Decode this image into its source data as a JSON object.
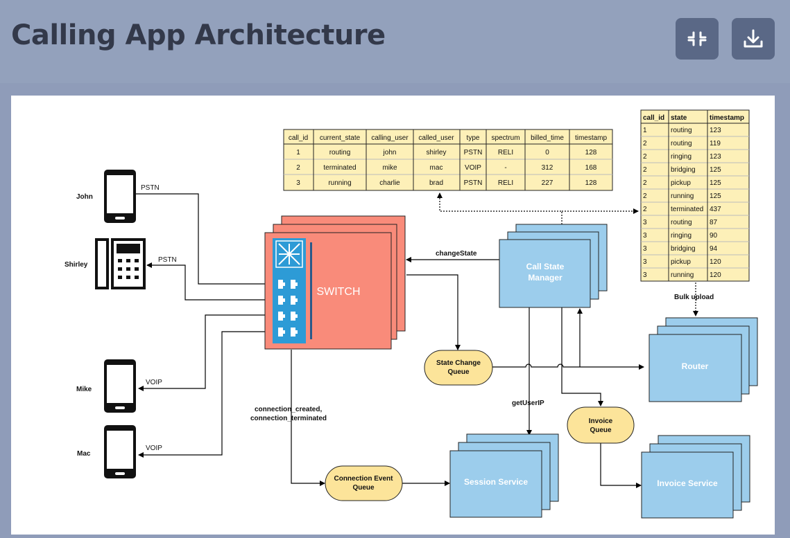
{
  "page": {
    "title": "Calling App Architecture"
  },
  "header_buttons": {
    "collapse_icon": "collapse-icon",
    "download_icon": "download-icon"
  },
  "colors": {
    "header": "#93a1bc",
    "switch": "#f98b7a",
    "blue_box": "#9ccdec",
    "queue": "#fce49a",
    "table": "#fdf0b8"
  },
  "users": {
    "john": "John",
    "shirley": "Shirley",
    "mike": "Mike",
    "mac": "Mac",
    "pstn": "PSTN",
    "voip": "VOIP"
  },
  "components": {
    "switch": "SWITCH",
    "call_state_manager_1": "Call State",
    "call_state_manager_2": "Manager",
    "router": "Router",
    "session_service": "Session Service",
    "invoice_service": "Invoice Service",
    "state_change_queue_1": "State Change",
    "state_change_queue_2": "Queue",
    "connection_event_queue_1": "Connection Event",
    "connection_event_queue_2": "Queue",
    "invoice_queue_1": "Invoice",
    "invoice_queue_2": "Queue"
  },
  "edge_labels": {
    "change_state": "changeState",
    "bulk_upload": "Bulk upload",
    "get_user_ip": "getUserIP",
    "connection_events_1": "connection_created,",
    "connection_events_2": "connection_terminated"
  },
  "calls_table": {
    "headers": [
      "call_id",
      "current_state",
      "calling_user",
      "called_user",
      "type",
      "spectrum",
      "billed_time",
      "timestamp"
    ],
    "rows": [
      [
        "1",
        "routing",
        "john",
        "shirley",
        "PSTN",
        "RELI",
        "0",
        "128"
      ],
      [
        "2",
        "terminated",
        "mike",
        "mac",
        "VOIP",
        "-",
        "312",
        "168"
      ],
      [
        "3",
        "running",
        "charlie",
        "brad",
        "PSTN",
        "RELI",
        "227",
        "128"
      ]
    ]
  },
  "state_table": {
    "headers": [
      "call_id",
      "state",
      "timestamp"
    ],
    "rows": [
      [
        "1",
        "routing",
        "123"
      ],
      [
        "2",
        "routing",
        "119"
      ],
      [
        "2",
        "ringing",
        "123"
      ],
      [
        "2",
        "bridging",
        "125"
      ],
      [
        "2",
        "pickup",
        "125"
      ],
      [
        "2",
        "running",
        "125"
      ],
      [
        "2",
        "terminated",
        "437"
      ],
      [
        "3",
        "routing",
        "87"
      ],
      [
        "3",
        "ringing",
        "90"
      ],
      [
        "3",
        "bridging",
        "94"
      ],
      [
        "3",
        "pickup",
        "120"
      ],
      [
        "3",
        "running",
        "120"
      ]
    ]
  }
}
